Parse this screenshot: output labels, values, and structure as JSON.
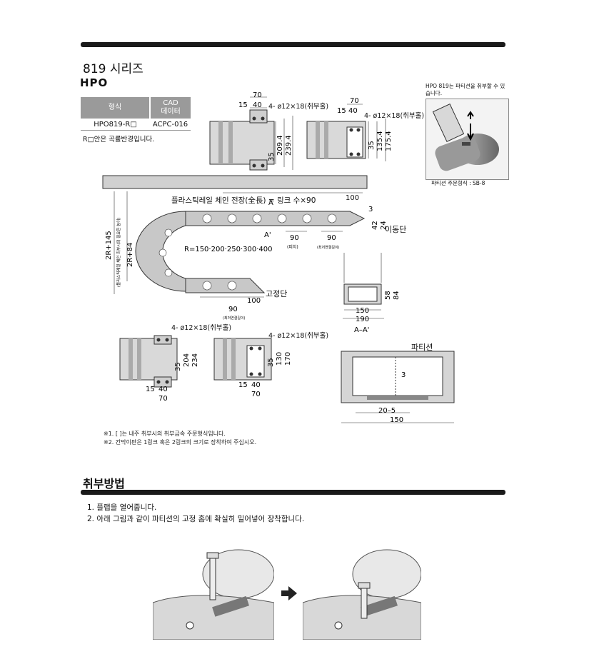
{
  "header": {
    "series_title": "819 시리즈",
    "brand": "HPO"
  },
  "spec_table": {
    "col_model": "형식",
    "col_cad": "CAD\n데이터",
    "model": "HPO819-R□",
    "cad": "ACPC-016",
    "note": "R□안은 곡률반경입니다."
  },
  "photo_panel": {
    "caption": "HPO 819는 파티션을 취부할 수 있습니다.",
    "order_type": "파티션 주문형식 : SB-8"
  },
  "bracket_top_left": {
    "dims_top": [
      "70",
      "15",
      "40"
    ],
    "holes": "4- ø12×18(취부홀)",
    "dims_side": [
      "35",
      "209.4",
      "239.4"
    ]
  },
  "bracket_top_right": {
    "dims_top": [
      "70",
      "15",
      "40"
    ],
    "holes": "4- ø12×18(취부홀)",
    "dims_side": [
      "35",
      "135.4",
      "175.4"
    ]
  },
  "main_drawing": {
    "length_label": "플라스틱레일 체인 전장(全長) = 링크 수×90",
    "dim_100_top": "100",
    "dim_3": "3",
    "dim_42": "42",
    "dim_24": "24",
    "moving_end": "이동단",
    "section_a": "A",
    "section_a2": "A'",
    "pitch_90": "90",
    "pitch_label": "(피치)",
    "pitch_90b": "90",
    "min_link_label": "(최저연결길이)",
    "radius": "R=150·200·250·300·400",
    "height_outer": "2R+145",
    "height_inner": "2R+84",
    "height_note": "(플라스틱레일 체인 최부시의 필요한 높이)",
    "fixed_end": "고정단",
    "dim_100_bottom": "100",
    "dim_90_bottom": "90",
    "min_link_label2": "(최저연결길이)"
  },
  "section_aa": {
    "dim_58": "58",
    "dim_84": "84",
    "dim_150": "150",
    "dim_190": "190",
    "label": "A–A'"
  },
  "bracket_bottom_left": {
    "holes": "4- ø12×18(취부홀)",
    "dims_side": [
      "35",
      "204",
      "234"
    ],
    "dims_bottom": [
      "15",
      "40",
      "70"
    ]
  },
  "bracket_bottom_right": {
    "holes": "4- ø12×18(취부홀)",
    "dims_side": [
      "35",
      "130",
      "170"
    ],
    "dims_bottom": [
      "15",
      "40",
      "70"
    ]
  },
  "partition": {
    "label": "파티션",
    "dim_3": "3",
    "dim_20_5": "20–5",
    "dim_150": "150"
  },
  "notes": [
    "※1. [ ]는 내주 취부시의 취부금속 주문형식입니다.",
    "※2. 칸막이판은 1링크 혹은 2링크의 크기로 장착하여 주십시오."
  ],
  "install": {
    "title": "취부방법",
    "steps": [
      "1. 플랩을 열어줍니다.",
      "2. 아래 그림과 같이 파티션의 고정 홈에 확실히 밀어넣어 장착합니다."
    ]
  }
}
